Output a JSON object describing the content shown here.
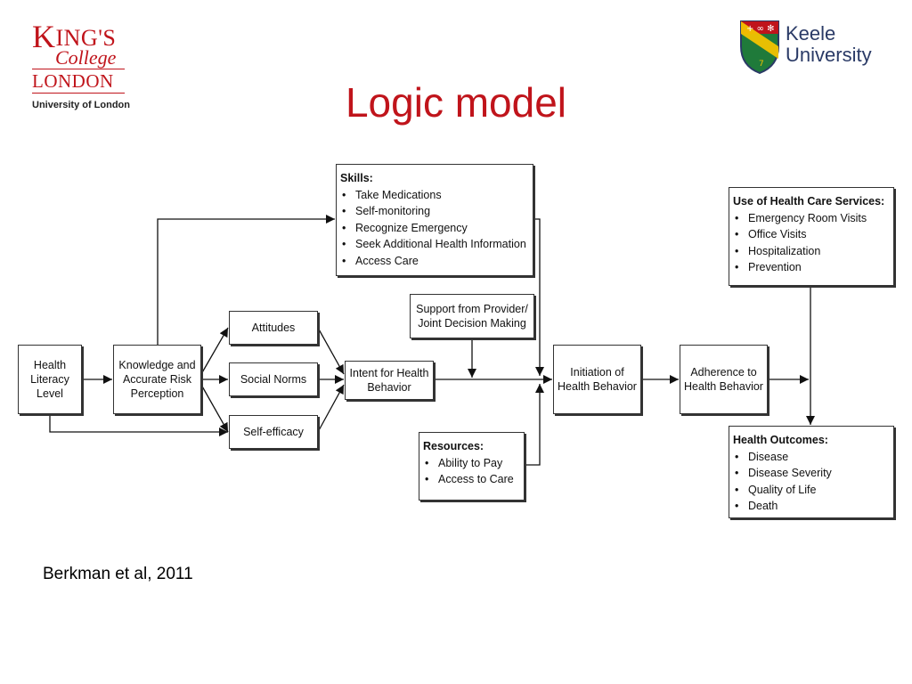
{
  "title": "Logic model",
  "logos": {
    "kings": {
      "line1_initial": "K",
      "line1_rest": "ING'S",
      "line2": "College",
      "line3": "LONDON",
      "subtitle": "University of London"
    },
    "keele": {
      "line1": "Keele",
      "line2": "University",
      "icon": "keele-shield-icon"
    }
  },
  "diagram": {
    "health_literacy": "Health Literacy Level",
    "knowledge": "Knowledge and Accurate Risk Perception",
    "attitudes": "Attitudes",
    "social_norms": "Social Norms",
    "self_efficacy": "Self-efficacy",
    "intent": "Intent for Health Behavior",
    "support": "Support from Provider/ Joint Decision Making",
    "initiation": "Initiation of Health Behavior",
    "adherence": "Adherence to Health Behavior",
    "skills": {
      "header": "Skills:",
      "items": [
        "Take Medications",
        "Self-monitoring",
        "Recognize Emergency",
        "Seek Additional Health Information",
        "Access Care"
      ]
    },
    "resources": {
      "header": "Resources:",
      "items": [
        "Ability to Pay",
        "Access to Care"
      ]
    },
    "services": {
      "header": "Use of Health Care Services:",
      "items": [
        "Emergency Room Visits",
        "Office Visits",
        "Hospitalization",
        "Prevention"
      ]
    },
    "outcomes": {
      "header": "Health Outcomes:",
      "items": [
        "Disease",
        "Disease Severity",
        "Quality of Life",
        "Death"
      ]
    }
  },
  "citation": "Berkman et al, 2011",
  "colors": {
    "title_red": "#c0141b",
    "kings_red": "#c0141b",
    "keele_navy": "#2a3a66"
  }
}
